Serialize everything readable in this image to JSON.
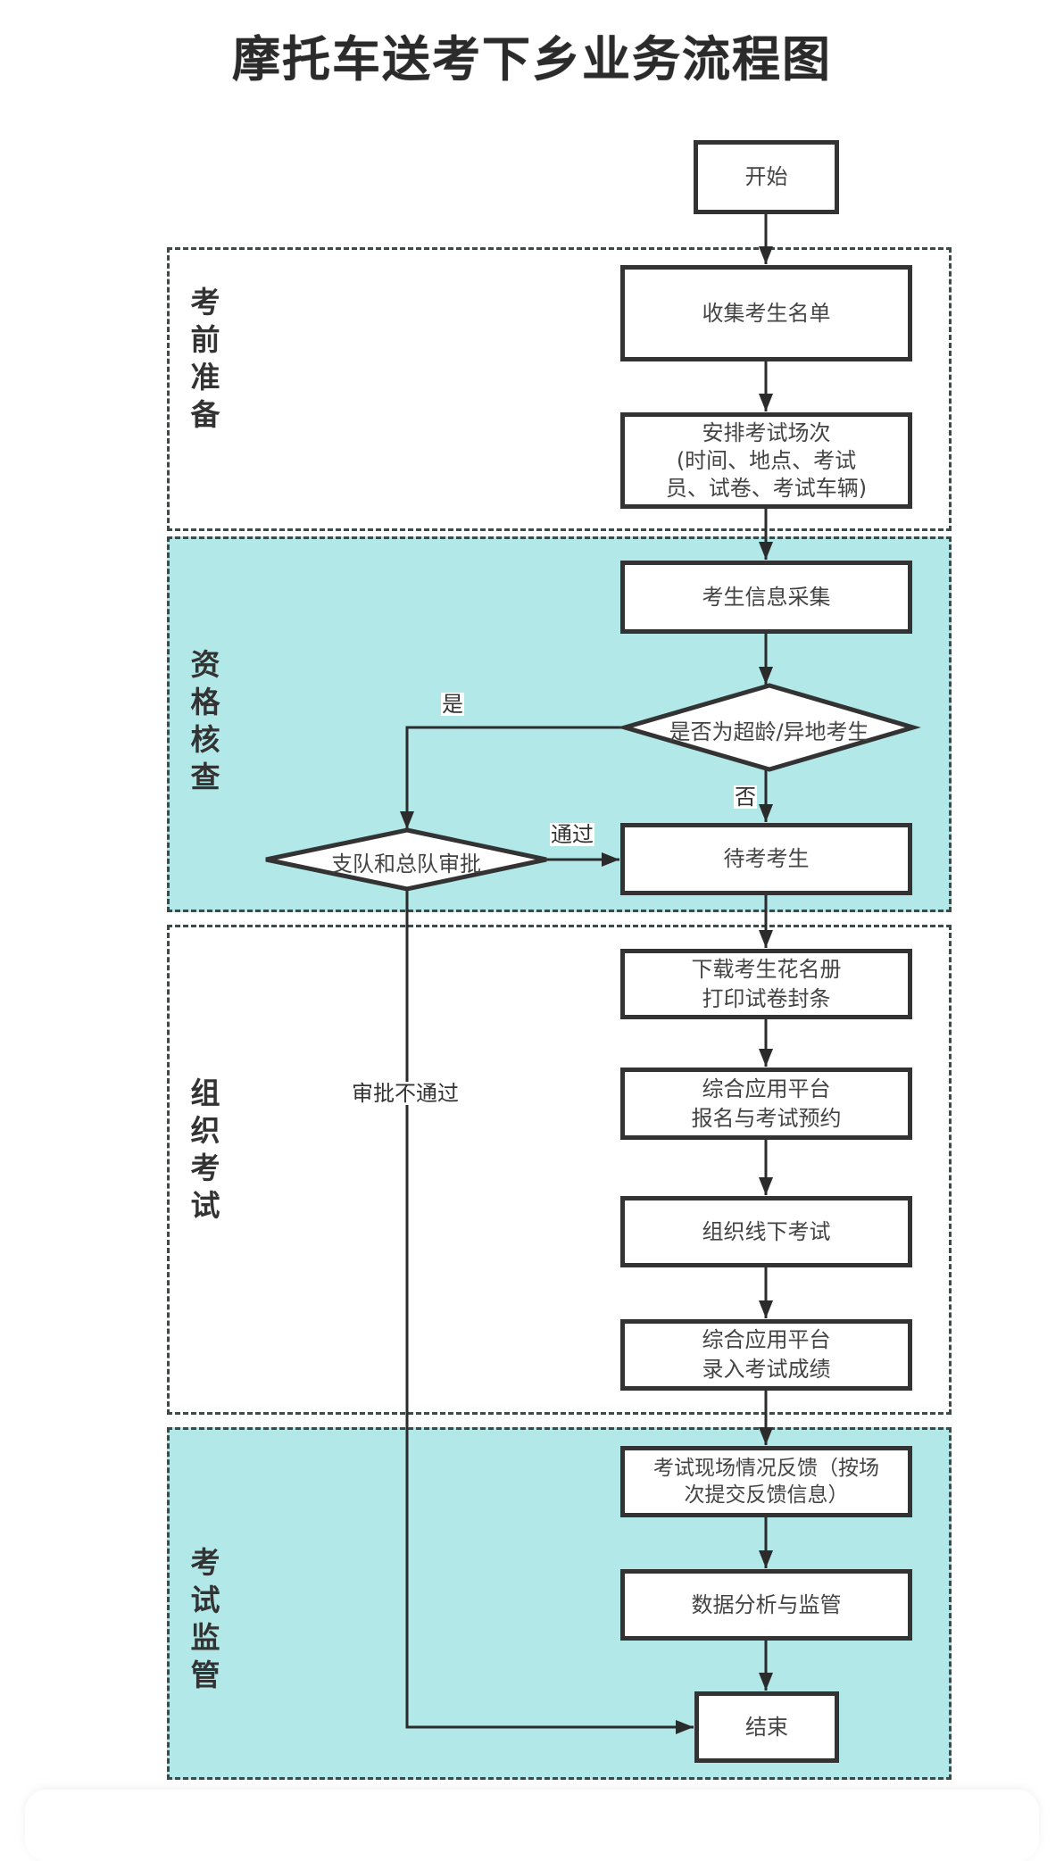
{
  "title": "摩托车送考下乡业务流程图",
  "colors": {
    "section_fill": "#b3e8e8",
    "border": "#333333"
  },
  "sections": [
    {
      "label": "考前准备",
      "chars": [
        "考",
        "前",
        "准",
        "备"
      ]
    },
    {
      "label": "资格核查",
      "chars": [
        "资",
        "格",
        "核",
        "查"
      ]
    },
    {
      "label": "组织考试",
      "chars": [
        "组",
        "织",
        "考",
        "试"
      ]
    },
    {
      "label": "考试监管",
      "chars": [
        "考",
        "试",
        "监",
        "管"
      ]
    }
  ],
  "nodes": {
    "start": "开始",
    "collect_list": "收集考生名单",
    "arrange": "安排考试场次\n(时间、地点、考试\n员、试卷、考试车辆)",
    "info_collect": "考生信息采集",
    "decision_age": "是否为超龄/异地考生",
    "decision_approve": "支队和总队审批",
    "waiting": "待考考生",
    "download": "下载考生花名册\n打印试卷封条",
    "platform_register": "综合应用平台\n报名与考试预约",
    "offline_exam": "组织线下考试",
    "platform_score": "综合应用平台\n录入考试成绩",
    "feedback": "考试现场情况反馈（按场\n次提交反馈信息）",
    "analysis": "数据分析与监管",
    "end": "结束"
  },
  "edge_labels": {
    "yes": "是",
    "no": "否",
    "pass": "通过",
    "reject": "审批不通过"
  }
}
